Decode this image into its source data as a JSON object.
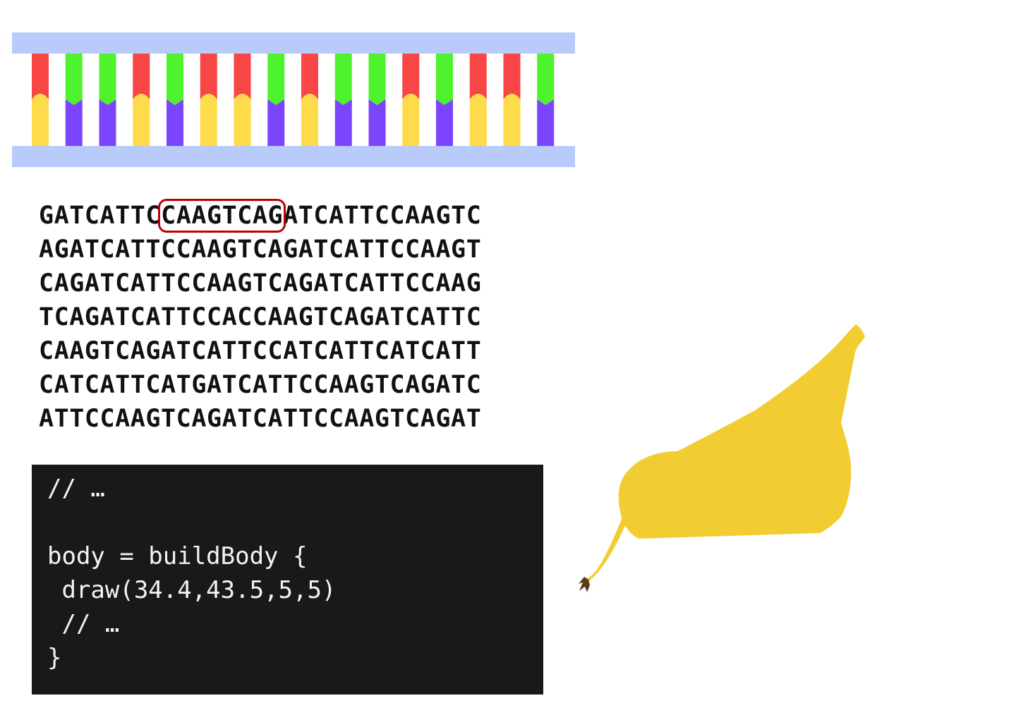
{
  "colors": {
    "backbone": "#b8cbfb",
    "pair_red": "#f84545",
    "pair_green": "#4ef32e",
    "pair_yellow": "#fedb4a",
    "pair_purple": "#7b44fd",
    "highlight": "#c00000",
    "code_background": "#18191b",
    "pear": "#f2cd32",
    "stem": "#5a3d1a"
  },
  "ladder": {
    "pairs": [
      "RY",
      "GP",
      "GP",
      "RY",
      "GP",
      "RY",
      "RY",
      "GP",
      "RY",
      "GP",
      "GP",
      "RY",
      "GP",
      "RY",
      "RY",
      "GP"
    ]
  },
  "sequence": {
    "lines": [
      {
        "before": "GATCATTC",
        "motif": "CAAGTCAG",
        "after": "ATCATTCCAAGTC"
      },
      {
        "before": "AGATCATTCCAAGTCAGATCATTCCAAGT",
        "motif": "",
        "after": ""
      },
      {
        "before": "CAGATCATTCCAAGTCAGATCATTCCAAG",
        "motif": "",
        "after": ""
      },
      {
        "before": "TCAGATCATTCCACCAAGTCAGATCATTC",
        "motif": "",
        "after": ""
      },
      {
        "before": "CAAGTCAGATCATTCCATCATTCATCATT",
        "motif": "",
        "after": ""
      },
      {
        "before": "CATCATTCATGATCATTCCAAGTCAGATC",
        "motif": "",
        "after": ""
      },
      {
        "before": "ATTCCAAGTCAGATCATTCCAAGTCAGAT",
        "motif": "",
        "after": ""
      }
    ]
  },
  "code": {
    "lines": [
      "// …",
      "",
      "body = buildBody {",
      " draw(34.4,43.5,5,5)",
      " // …",
      "}"
    ]
  },
  "icons": {
    "pear": "pear-icon"
  }
}
